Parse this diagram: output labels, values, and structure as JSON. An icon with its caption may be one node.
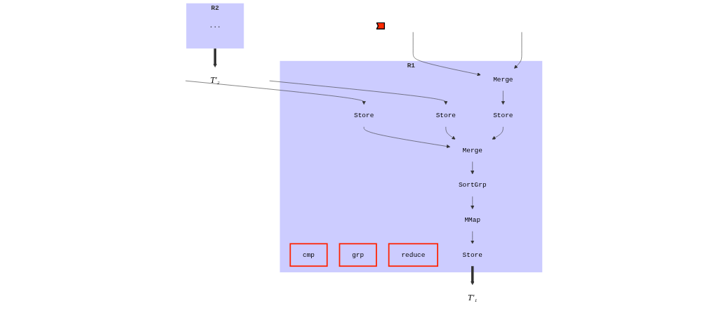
{
  "diagram": {
    "nodes": [
      {
        "text": [
          "R1"
        ]
      },
      {
        "text": [
          "Store"
        ],
        "in": 0
      },
      {
        "text": [
          "Store"
        ],
        "in": 0
      },
      {
        "text": [
          "Merge"
        ],
        "in": 0
      },
      {
        "text": [
          "Store"
        ],
        "in": 0
      },
      {
        "text": [
          "Merge"
        ],
        "in": 0
      },
      {
        "text": [
          "cmp"
        ],
        "in": 0
      },
      {
        "text": [
          "SortGrp"
        ],
        "in": 0
      },
      {
        "text": [
          "grp"
        ],
        "in": 0
      },
      {
        "text": [
          "MMap"
        ],
        "in": 0
      },
      {
        "text": [
          "reduce"
        ],
        "in": 0
      },
      {
        "text": [
          "Store"
        ],
        "in": 0
      },
      {
        "text": [],
        "shape": "arrow"
      },
      {
        "text": [
          "R2"
        ]
      },
      {
        "text": [
          "..."
        ],
        "in": 13
      },
      {
        "text": [
          "T′₁"
        ]
      },
      {
        "text": [
          "T′₂"
        ]
      }
    ],
    "edges": [
      {
        "from": null,
        "to": 1,
        "arrow": "to"
      },
      {
        "from": null,
        "to": 2,
        "arrow": "to"
      },
      {
        "from": null,
        "to": 3,
        "arrow": "to"
      },
      {
        "from": null,
        "to": 3,
        "arrow": "to"
      },
      {
        "from": 3,
        "to": 4,
        "arrow": "to"
      },
      {
        "from": 1,
        "to": 5,
        "arrow": "to"
      },
      {
        "from": 2,
        "to": 5,
        "arrow": "to"
      },
      {
        "from": 4,
        "to": 5,
        "arrow": "to"
      },
      {
        "from": 5,
        "to": 7,
        "arrow": "to"
      },
      {
        "from": 7,
        "to": 9,
        "arrow": "to"
      },
      {
        "from": 9,
        "to": 11,
        "arrow": "to"
      },
      {
        "from": 11,
        "to": 15,
        "arrow": "to",
        "style": "thick"
      },
      {
        "from": 13,
        "to": 16,
        "arrow": "to",
        "style": "thick"
      }
    ]
  }
}
